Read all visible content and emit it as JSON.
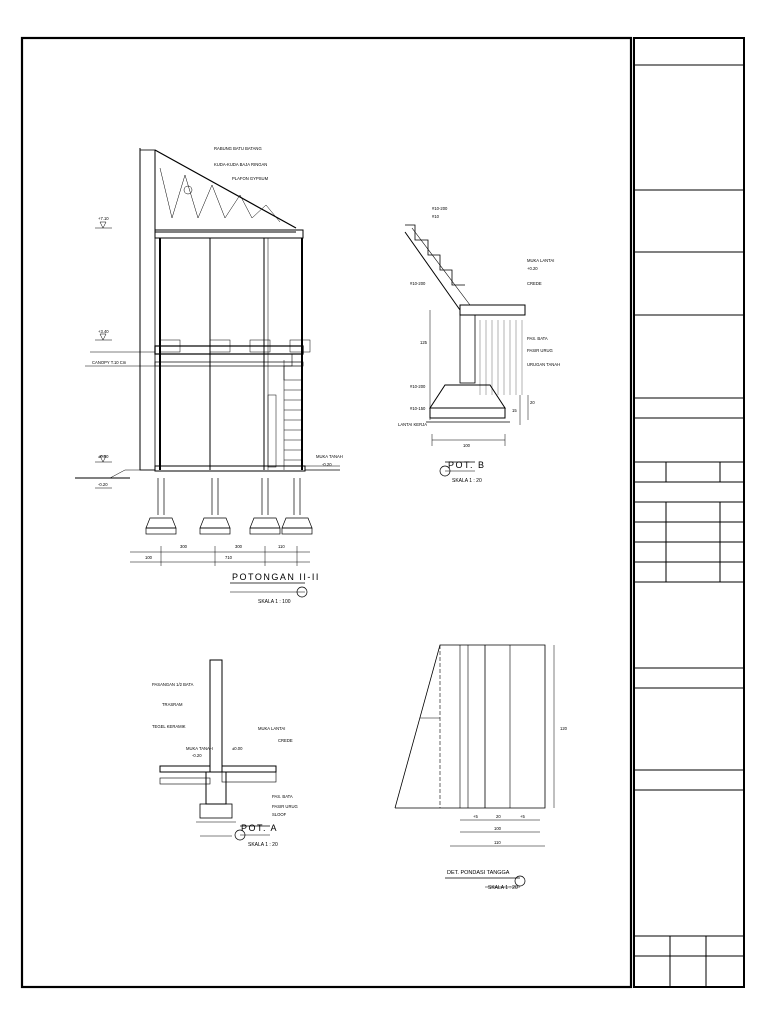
{
  "section": {
    "title": "POTONGAN   II-II",
    "scale": "SKALA    1 : 100",
    "levels": {
      "roof": "+7.10",
      "second": "+3.40",
      "ground": "±0.00",
      "below": "-0.20"
    },
    "roof_labels": [
      "RABUNG BATU BATANG",
      "KUDA-KUDA BAJA RINGAN",
      "PLAFON GYPSUM"
    ],
    "canopy_label": "CANOPY T.10 Cm",
    "ground_label": "MUKA TANAH",
    "ground_value": "-0.20",
    "dims": {
      "a": "100",
      "b": "300",
      "c": "300",
      "d": "110",
      "total": "710"
    }
  },
  "pot_b": {
    "title": "POT. B",
    "scale": "SKALA    1 : 20",
    "labels": [
      "MUKA LANTAI",
      "+0.20",
      "CREDE",
      "PAS. BATA",
      "PASIR URUG",
      "URUGAN TANAH"
    ],
    "left_labels": [
      "#10-200",
      "#10",
      "#10-200",
      "#10-200",
      "#10-150",
      "LANTAI KERJA"
    ],
    "dims": {
      "width": "100",
      "h1": "15",
      "h2": "20",
      "h3": "125"
    }
  },
  "pot_a": {
    "title": "POT. A",
    "scale": "SKALA    1 : 20",
    "left_labels": [
      "PASANGAN 1/2 BATA",
      "TRASRAM",
      "TEGEL KERAMIK",
      "MUKA TANAH",
      "-0.20"
    ],
    "right_labels": [
      "MUKA LANTAI",
      "±0.00",
      "CREDE",
      "PAS. BATA",
      "PASIR URUG",
      "SLOOF"
    ]
  },
  "det_tangga": {
    "title": "DET. PONDASI TANGGA",
    "scale": "SKALA    1 : 20",
    "dims": {
      "a": "+5",
      "b": "20",
      "c": "+5",
      "total": "100",
      "outer": "110",
      "height": "120"
    }
  },
  "title_block": {
    "rows": 19
  }
}
